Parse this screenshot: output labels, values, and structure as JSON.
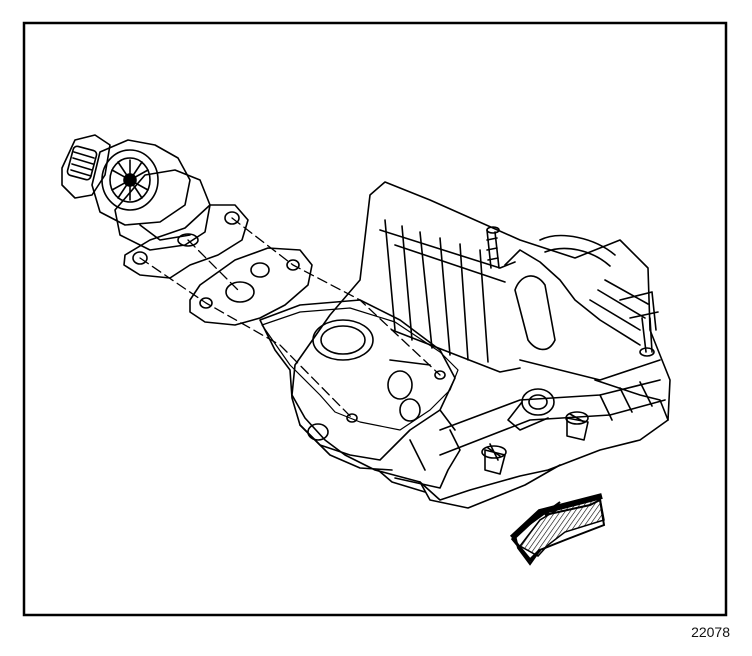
{
  "figure": {
    "id_label": "22078",
    "components": [
      "egr-valve",
      "egr-valve-electrical-connector",
      "egr-valve-gasket",
      "egr-adapter",
      "egr-adapter-gasket",
      "intake-manifold",
      "intake-manifold-bolts",
      "engine-front-direction-arrow"
    ]
  }
}
